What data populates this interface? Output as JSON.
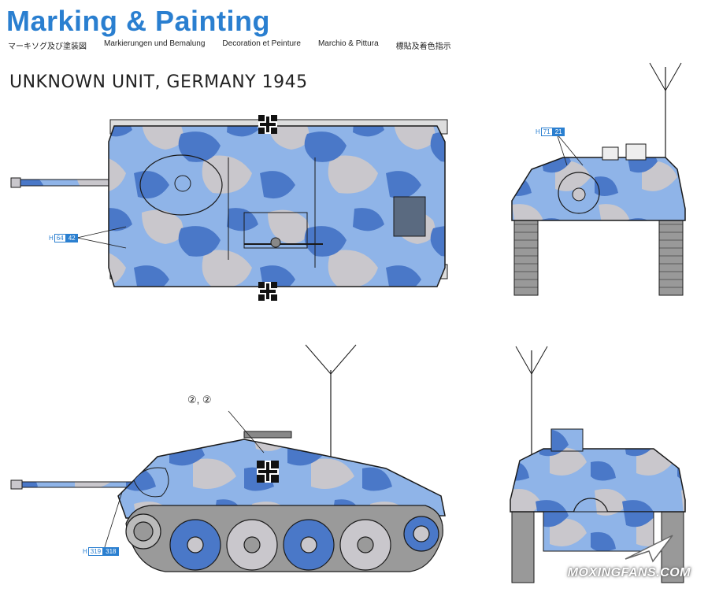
{
  "header": {
    "title": "Marking & Painting",
    "subtitles": [
      "マーキソグ及び塗装図",
      "Markierungen und Bemalung",
      "Decoration et Peinture",
      "Marchio & Pittura",
      "標貼及着色指示"
    ]
  },
  "unit_title": "UNKNOWN UNIT, GERMANY 1945",
  "color_codes": {
    "top_view": {
      "prefix": "H",
      "code_a": "64",
      "code_b": "42"
    },
    "front_view": {
      "prefix": "H",
      "code_a": "71",
      "code_b": "21"
    },
    "side_view": {
      "prefix": "H",
      "code_a": "319",
      "code_b": "318"
    }
  },
  "decal_ref": "②, ②",
  "watermark": "MOXINGFANS.COM",
  "colors": {
    "title_blue": "#2a7fd0",
    "camo_light_blue": "#8fb4e8",
    "camo_dark_blue": "#4a78c8",
    "camo_grey": "#c9c7cc",
    "outline": "#1a1a1a"
  }
}
